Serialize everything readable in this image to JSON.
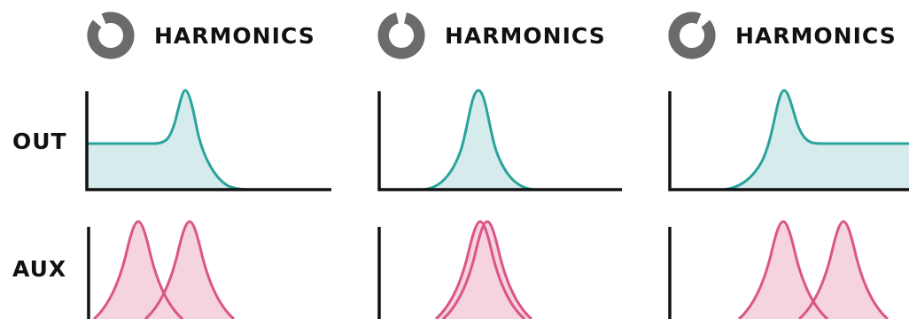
{
  "columns": [
    {
      "title": "HARMONICS",
      "knob_icon": "dial-gap-bottom-left-icon",
      "knob_value": 0.9
    },
    {
      "title": "HARMONICS",
      "knob_icon": "dial-gap-top-icon",
      "knob_value": 0.0
    },
    {
      "title": "HARMONICS",
      "knob_icon": "dial-gap-bottom-right-icon",
      "knob_value": 0.1
    }
  ],
  "rows": [
    {
      "label": "OUT"
    },
    {
      "label": "AUX"
    }
  ],
  "colors": {
    "text": "#111111",
    "knob": "#6b6b6b",
    "axis": "#111111",
    "out_line": "#2aa39c",
    "out_fill": "#d6ebec",
    "aux_line": "#db5589",
    "aux_fill": "#f6d4df"
  }
}
